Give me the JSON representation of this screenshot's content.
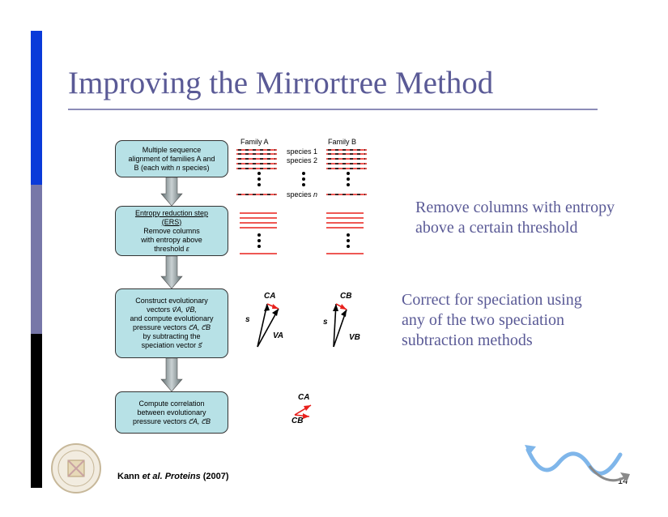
{
  "slide": {
    "title": "Improving the Mirrortree Method",
    "page_number": "14",
    "citation": {
      "prefix": "Kann ",
      "etal": "et al. ",
      "journal": "Proteins",
      "year": " (2007)"
    },
    "annotations": {
      "entropy": "Remove columns with entropy above a certain threshold",
      "speciation": "Correct for speciation using any of the two speciation subtraction methods"
    }
  },
  "figure": {
    "family_a_label": "Family A",
    "family_b_label": "Family B",
    "species_labels": [
      "species 1",
      "species 2",
      "species n"
    ],
    "species_n_prefix": "species ",
    "species_n_suffix": "n",
    "boxes": {
      "alignment": {
        "line1": "Multiple sequence",
        "line2": "alignment of families A and",
        "line3_prefix": "B (each with ",
        "line3_n": "n",
        "line3_suffix": " species)"
      },
      "entropy": {
        "line1": "Entropy reduction step",
        "line2": "(ERS)",
        "line3": "Remove columns",
        "line4": "with entropy above",
        "line5": "threshold",
        "symbol": "ε"
      },
      "evolutionary": {
        "line1": "Construct evolutionary",
        "line2": "vectors",
        "line2_sym": "v⃗A, v⃗B,",
        "line3": "and compute evolutionary",
        "line4": "pressure vectors",
        "line4_sym": "c⃗A, c⃗B",
        "line5": "by subtracting the",
        "line6": "speciation vector",
        "line6_sym": "s⃗"
      },
      "correlation": {
        "line1": "Compute correlation",
        "line2": "between evolutionary",
        "line3": "pressure vectors",
        "line3_sym": "c⃗A, c⃗B"
      }
    },
    "vectors": {
      "cA": "CA",
      "cB": "CB",
      "s": "s",
      "vA": "VA",
      "vB": "VB"
    }
  },
  "colors": {
    "title": "#5a5a96",
    "box_fill": "#b7e1e6",
    "alignment_red": "#e8201c",
    "sidebar_blue": "#0a3ad9",
    "sidebar_gray": "#7777a8",
    "logo_blue": "#7fb6ea"
  },
  "icons": [
    "university-seal-icon",
    "wave-logo-icon"
  ]
}
